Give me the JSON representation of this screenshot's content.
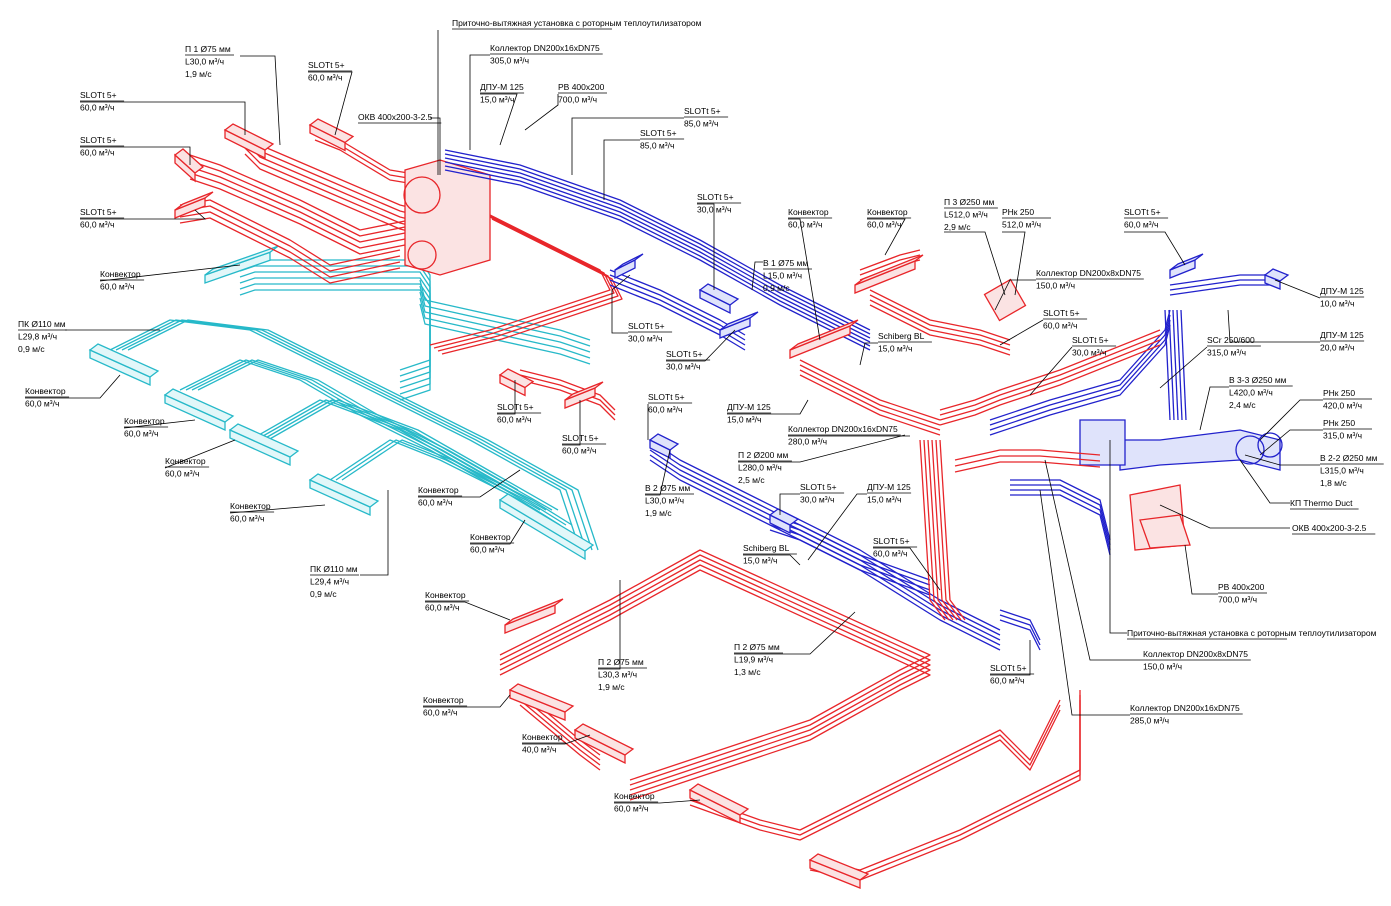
{
  "colors": {
    "supply_duct": "#e8262a",
    "exhaust_duct": "#2222cc",
    "floor_duct": "#27b9c9",
    "leader": "#000000"
  },
  "labels": [
    {
      "id": "unit-top",
      "lines": [
        "Приточно-вытяжная установка с роторным теплоутилизатором"
      ]
    },
    {
      "id": "collector-305",
      "lines": [
        "Коллектор DN200x16xDN75",
        "305,0 м³/ч"
      ]
    },
    {
      "id": "p1-75",
      "lines": [
        "П 1 Ø75 мм",
        "L30,0 м³/ч",
        "1,9 м/с"
      ]
    },
    {
      "id": "slott-60-a",
      "lines": [
        "SLOTt 5+",
        "60,0 м³/ч"
      ]
    },
    {
      "id": "dpu-15-a",
      "lines": [
        "ДПУ-М 125",
        "15,0 м³/ч"
      ]
    },
    {
      "id": "rv-700-a",
      "lines": [
        "РВ 400x200",
        "700,0 м³/ч"
      ]
    },
    {
      "id": "slott-85-a",
      "lines": [
        "SLOTt 5+",
        "85,0 м³/ч"
      ]
    },
    {
      "id": "slott-85-b",
      "lines": [
        "SLOTt 5+",
        "85,0 м³/ч"
      ]
    },
    {
      "id": "slott-60-b",
      "lines": [
        "SLOTt 5+",
        "60,0 м³/ч"
      ]
    },
    {
      "id": "slott-60-c",
      "lines": [
        "SLOTt 5+",
        "60,0 м³/ч"
      ]
    },
    {
      "id": "okv-a",
      "lines": [
        "ОКВ 400x200-3-2.5"
      ]
    },
    {
      "id": "slott-60-d",
      "lines": [
        "SLOTt 5+",
        "60,0 м³/ч"
      ]
    },
    {
      "id": "slott-30-a",
      "lines": [
        "SLOTt 5+",
        "30,0 м³/ч"
      ]
    },
    {
      "id": "konv-a",
      "lines": [
        "Конвектор",
        "60,0 м³/ч"
      ]
    },
    {
      "id": "konv-b",
      "lines": [
        "Конвектор",
        "60,0 м³/ч"
      ]
    },
    {
      "id": "p3-250",
      "lines": [
        "П 3 Ø250 мм",
        "L512,0 м³/ч",
        "2,9 м/с"
      ]
    },
    {
      "id": "rnk-512",
      "lines": [
        "РНк 250",
        "512,0 м³/ч"
      ]
    },
    {
      "id": "slott-60-e",
      "lines": [
        "SLOTt 5+",
        "60,0 м³/ч"
      ]
    },
    {
      "id": "konv-c",
      "lines": [
        "Конвектор",
        "60,0 м³/ч"
      ]
    },
    {
      "id": "v1-75",
      "lines": [
        "В 1 Ø75 мм",
        "L15,0 м³/ч",
        "0,9 м/с"
      ]
    },
    {
      "id": "collector-150-a",
      "lines": [
        "Коллектор DN200x8xDN75",
        "150,0 м³/ч"
      ]
    },
    {
      "id": "dpu-10",
      "lines": [
        "ДПУ-М 125",
        "10,0 м³/ч"
      ]
    },
    {
      "id": "pk-110-a",
      "lines": [
        "ПК Ø110 мм",
        "L29,8 м³/ч",
        "0,9 м/с"
      ]
    },
    {
      "id": "slott-30-b",
      "lines": [
        "SLOTt 5+",
        "30,0 м³/ч"
      ]
    },
    {
      "id": "slott-60-f",
      "lines": [
        "SLOTt 5+",
        "60,0 м³/ч"
      ]
    },
    {
      "id": "dpu-20",
      "lines": [
        "ДПУ-М 125",
        "20,0 м³/ч"
      ]
    },
    {
      "id": "schiberg-a",
      "lines": [
        "Schiberg BL",
        "15,0 м³/ч"
      ]
    },
    {
      "id": "slott-30-c",
      "lines": [
        "SLOTt 5+",
        "30,0 м³/ч"
      ]
    },
    {
      "id": "slott-30-d",
      "lines": [
        "SLOTt 5+",
        "30,0 м³/ч"
      ]
    },
    {
      "id": "scr-315",
      "lines": [
        "SCr 250/600",
        "315,0 м³/ч"
      ]
    },
    {
      "id": "konv-d",
      "lines": [
        "Конвектор",
        "60,0 м³/ч"
      ]
    },
    {
      "id": "v3-250",
      "lines": [
        "В 3-3 Ø250 мм",
        "L420,0 м³/ч",
        "2,4 м/с"
      ]
    },
    {
      "id": "rnk-420",
      "lines": [
        "РНк 250",
        "420,0 м³/ч"
      ]
    },
    {
      "id": "slott-60-g",
      "lines": [
        "SLOTt 5+",
        "60,0 м³/ч"
      ]
    },
    {
      "id": "slott-60-h",
      "lines": [
        "SLOTt 5+",
        "60,0 м³/ч"
      ]
    },
    {
      "id": "dpu-15-b",
      "lines": [
        "ДПУ-М 125",
        "15,0 м³/ч"
      ]
    },
    {
      "id": "konv-e",
      "lines": [
        "Конвектор",
        "60,0 м³/ч"
      ]
    },
    {
      "id": "collector-280",
      "lines": [
        "Коллектор DN200x16xDN75",
        "280,0 м³/ч"
      ]
    },
    {
      "id": "rnk-315",
      "lines": [
        "РНк 250",
        "315,0 м³/ч"
      ]
    },
    {
      "id": "slott-60-i",
      "lines": [
        "SLOTt 5+",
        "60,0 м³/ч"
      ]
    },
    {
      "id": "v2-250",
      "lines": [
        "В 2-2 Ø250 мм",
        "L315,0 м³/ч",
        "1,8 м/с"
      ]
    },
    {
      "id": "konv-f",
      "lines": [
        "Конвектор",
        "60,0 м³/ч"
      ]
    },
    {
      "id": "p2-200",
      "lines": [
        "П 2 Ø200 мм",
        "L280,0 м³/ч",
        "2,5 м/с"
      ]
    },
    {
      "id": "kp-thermo",
      "lines": [
        "КП Thermo Duct"
      ]
    },
    {
      "id": "v2-75",
      "lines": [
        "В 2 Ø75 мм",
        "L30,0 м³/ч",
        "1,9 м/с"
      ]
    },
    {
      "id": "slott-30-e",
      "lines": [
        "SLOTt 5+",
        "30,0 м³/ч"
      ]
    },
    {
      "id": "dpu-15-c",
      "lines": [
        "ДПУ-М 125",
        "15,0 м³/ч"
      ]
    },
    {
      "id": "konv-g",
      "lines": [
        "Конвектор",
        "60,0 м³/ч"
      ]
    },
    {
      "id": "okv-b",
      "lines": [
        "ОКВ 400x200-3-2.5"
      ]
    },
    {
      "id": "konv-h",
      "lines": [
        "Конвектор",
        "60,0 м³/ч"
      ]
    },
    {
      "id": "schiberg-b",
      "lines": [
        "Schiberg BL",
        "15,0 м³/ч"
      ]
    },
    {
      "id": "slott-60-j",
      "lines": [
        "SLOTt 5+",
        "60,0 м³/ч"
      ]
    },
    {
      "id": "pk-110-b",
      "lines": [
        "ПК Ø110 мм",
        "L29,4 м³/ч",
        "0,9 м/с"
      ]
    },
    {
      "id": "rv-700-b",
      "lines": [
        "РВ 400x200",
        "700,0 м³/ч"
      ]
    },
    {
      "id": "konv-i",
      "lines": [
        "Конвектор",
        "60,0 м³/ч"
      ]
    },
    {
      "id": "unit-bottom",
      "lines": [
        "Приточно-вытяжная установка с роторным теплоутилизатором"
      ]
    },
    {
      "id": "collector-150-b",
      "lines": [
        "Коллектор DN200x8xDN75",
        "150,0 м³/ч"
      ]
    },
    {
      "id": "p2-75-a",
      "lines": [
        "П 2 Ø75 мм",
        "L19,9 м³/ч",
        "1,3 м/с"
      ]
    },
    {
      "id": "p2-75-b",
      "lines": [
        "П 2 Ø75 мм",
        "L30,3 м³/ч",
        "1,9 м/с"
      ]
    },
    {
      "id": "slott-60-k",
      "lines": [
        "SLOTt 5+",
        "60,0 м³/ч"
      ]
    },
    {
      "id": "konv-j",
      "lines": [
        "Конвектор",
        "60,0 м³/ч"
      ]
    },
    {
      "id": "collector-285",
      "lines": [
        "Коллектор DN200x16xDN75",
        "285,0 м³/ч"
      ]
    },
    {
      "id": "konv-k",
      "lines": [
        "Конвектор",
        "40,0 м³/ч"
      ]
    },
    {
      "id": "konv-l",
      "lines": [
        "Конвектор",
        "60,0 м³/ч"
      ]
    },
    {
      "id": "konv-m",
      "lines": [
        "Конвектор",
        "60,0 м³/ч"
      ]
    }
  ]
}
